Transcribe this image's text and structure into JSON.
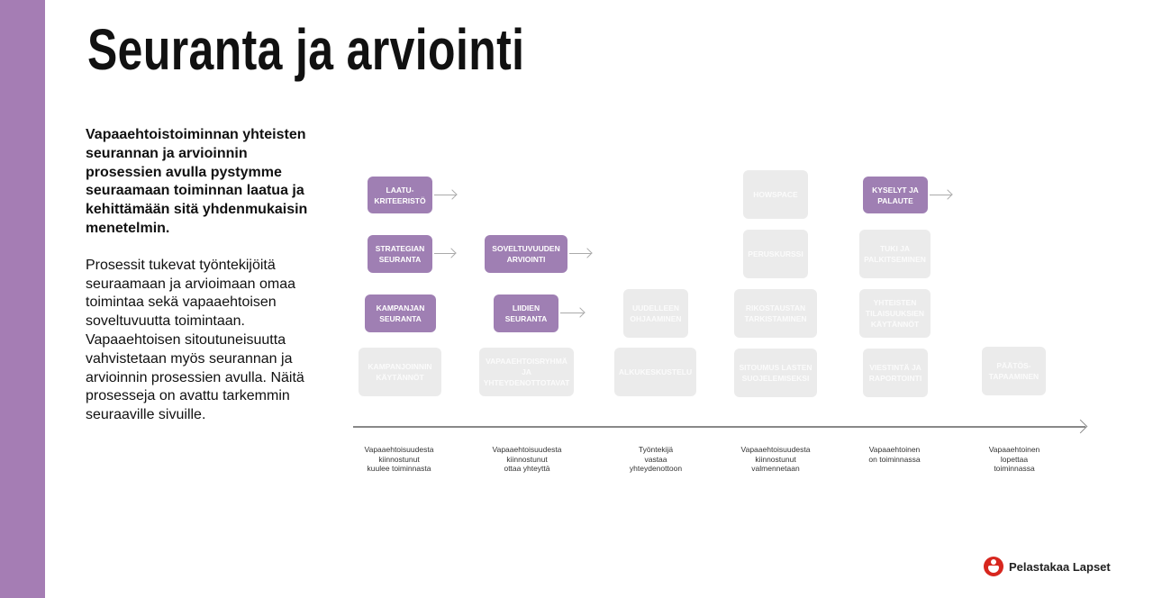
{
  "title": "Seuranta ja arviointi",
  "intro": {
    "lead": "Vapaaehtoistoiminnan yhteisten seurannan ja arvioinnin prosessien avulla pystymme seuraamaan toiminnan laatua ja kehittämään sitä yhdenmukaisin menetelmin.",
    "body": "Prosessit tukevat työntekijöitä seuraamaan ja arvioimaan omaa toimintaa sekä vapaaehtoisen soveltuvuutta toimintaan. Vapaaehtoisen sitoutuneisuutta vahvistetaan myös seurannan ja arvioinnin prosessien avulla. Näitä prosesseja on avattu tarkemmin seuraaville sivuille."
  },
  "colors": {
    "accent": "#a57db4",
    "active_box": "#9f7fb3",
    "inactive_box": "#ebebeb"
  },
  "boxes": {
    "laatukriteeristo": "LAATU-\nKRITEERISTÖ",
    "strategian_seuranta": "STRATEGIAN SEURANTA",
    "kampanjan_seuranta": "KAMPANJAN SEURANTA",
    "kampanjoinnin_kaytannot": "KAMPANJOINNIN KÄYTÄNNÖT",
    "soveltuvuuden_arviointi": "SOVELTUVUUDEN ARVIOINTI",
    "liidien_seuranta": "LIIDIEN SEURANTA",
    "yhteydenottotavat": "VAPAAEHTOISRYHMÄ JA YHTEYDENOTTOTAVAT",
    "uudelleen_ohjaaminen": "UUDELLEEN OHJAAMINEN",
    "alkukeskustelu": "ALKUKESKUSTELU",
    "howspace": "HOWSPACE",
    "peruskurssi": "PERUSKURSSI",
    "rikostausta": "RIKOSTAUSTAN TARKISTAMINEN",
    "sitoumus": "SITOUMUS LASTEN SUOJELEMISEKSI",
    "kyselyt": "KYSELYT JA PALAUTE",
    "tuki": "TUKI JA PALKITSEMINEN",
    "tilaisuudet": "YHTEISTEN TILAISUUKSIEN KÄYTÄNNÖT",
    "viestinta": "VIESTINTÄ JA RAPORTOINTI",
    "paatos": "PÄÄTÖS-\nTAPAAMINEN"
  },
  "stages": [
    "Vapaaehtoisuudesta\nkiinnostunut\nkuulee toiminnasta",
    "Vapaaehtoisuudesta\nkiinnostunut\nottaa yhteyttä",
    "Työntekijä\nvastaa\nyhteydenottoon",
    "Vapaaehtoisuudesta\nkiinnostunut\nvalmennetaan",
    "Vapaaehtoinen\non toiminnassa",
    "Vapaaehtoinen\nlopettaa\ntoiminnassa"
  ],
  "logo": {
    "text": "Pelastakaa Lapset"
  }
}
